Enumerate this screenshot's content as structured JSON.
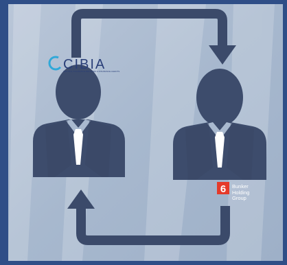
{
  "scene": {
    "colors": {
      "frame": "#2f4e87",
      "backdrop": "#a9b9cf",
      "figure": "#3d4c6c",
      "arrow": "#3b4a6a",
      "tie": "#ffffff"
    },
    "icons": [
      "person-left-icon",
      "person-right-icon",
      "arrow-top-icon",
      "arrow-bottom-icon"
    ]
  },
  "logos": {
    "cibia": {
      "text": "CIBIA",
      "color": "#2a3f78",
      "accent": "#31a8d8",
      "fine_print": "CENTRAL INSURANCE BROKERS & INSURANCE AGENTS"
    },
    "bunker": {
      "digit": "6",
      "digit_bg": "#e53a2a",
      "lines": [
        "Bunker",
        "Holding",
        "Group"
      ]
    }
  }
}
